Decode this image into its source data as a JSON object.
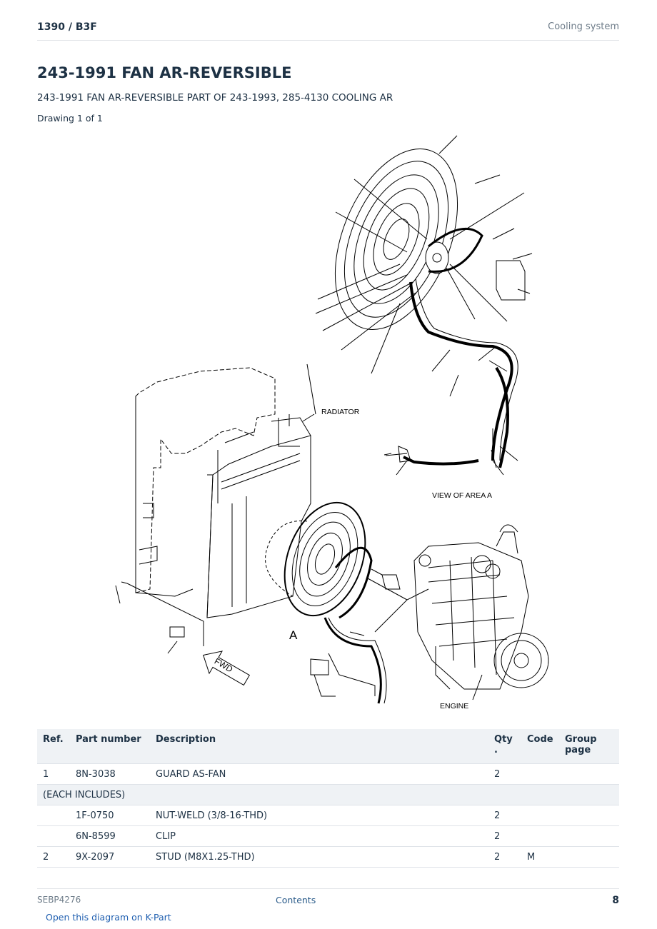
{
  "header": {
    "model": "1390  /  B3F",
    "section": "Cooling system"
  },
  "title": "243-1991 FAN AR-REVERSIBLE",
  "subtitle": "243-1991 FAN AR-REVERSIBLE PART OF 243-1993, 285-4130 COOLING AR",
  "drawing_count": "Drawing 1 of 1",
  "diagram": {
    "label_radiator": "RADIATOR",
    "label_view": "VIEW OF AREA A",
    "label_a": "A",
    "label_fwd": "FWD",
    "label_engine": "ENGINE"
  },
  "table": {
    "headers": {
      "ref": "Ref.",
      "part_number": "Part number",
      "description": "Description",
      "qty": "Qty .",
      "code": "Code",
      "group_page": "Group page"
    },
    "rows": [
      {
        "ref": "1",
        "part_number": "8N-3038",
        "description": "GUARD AS-FAN",
        "qty": "2",
        "code": "",
        "group_page": ""
      },
      {
        "ref": "",
        "part_number": "1F-0750",
        "description": "NUT-WELD (3/8-16-THD)",
        "qty": "2",
        "code": "",
        "group_page": ""
      },
      {
        "ref": "",
        "part_number": "6N-8599",
        "description": "CLIP",
        "qty": "2",
        "code": "",
        "group_page": ""
      },
      {
        "ref": "2",
        "part_number": "9X-2097",
        "description": "STUD (M8X1.25-THD)",
        "qty": "2",
        "code": "M",
        "group_page": ""
      }
    ],
    "note": "(EACH INCLUDES)"
  },
  "footer": {
    "doc_id": "SEBP4276",
    "contents_link": "Contents",
    "page_number": "8",
    "kpart_link": "Open this diagram on K-Part"
  }
}
